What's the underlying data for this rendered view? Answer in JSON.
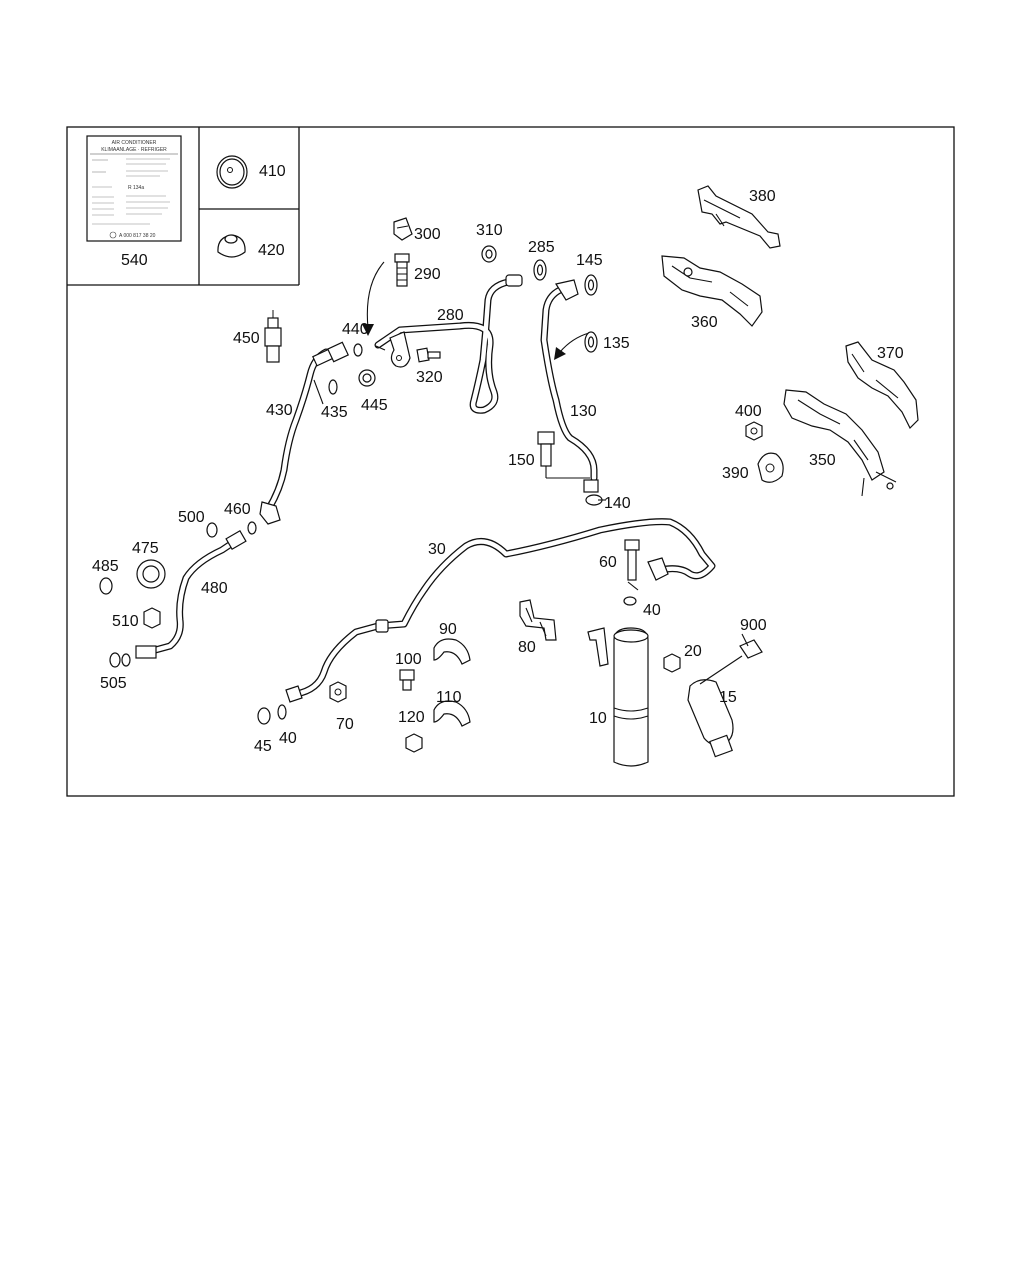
{
  "labels": {
    "l540": "540",
    "l410": "410",
    "l420": "420",
    "l300": "300",
    "l290": "290",
    "l310": "310",
    "l285": "285",
    "l145": "145",
    "l380": "380",
    "l360": "360",
    "l370": "370",
    "l280": "280",
    "l440": "440",
    "l450": "450",
    "l320": "320",
    "l135": "135",
    "l130": "130",
    "l150": "150",
    "l140": "140",
    "l400": "400",
    "l390": "390",
    "l350": "350",
    "l430": "430",
    "l435": "435",
    "l445": "445",
    "l500": "500",
    "l460": "460",
    "l475": "475",
    "l485": "485",
    "l480": "480",
    "l510": "510",
    "l505": "505",
    "l30": "30",
    "l60": "60",
    "l40a": "40",
    "l80": "80",
    "l90": "90",
    "l100": "100",
    "l110": "110",
    "l120": "120",
    "l70": "70",
    "l45": "45",
    "l40b": "40",
    "l10": "10",
    "l20": "20",
    "l900": "900",
    "l15": "15"
  },
  "decal": {
    "title1": "AIR CONDITIONER",
    "title2": "KLIMAANLAGE · REFRIGER",
    "refrigerant": "R 134a",
    "part_number": "A 000 817 38 20"
  }
}
